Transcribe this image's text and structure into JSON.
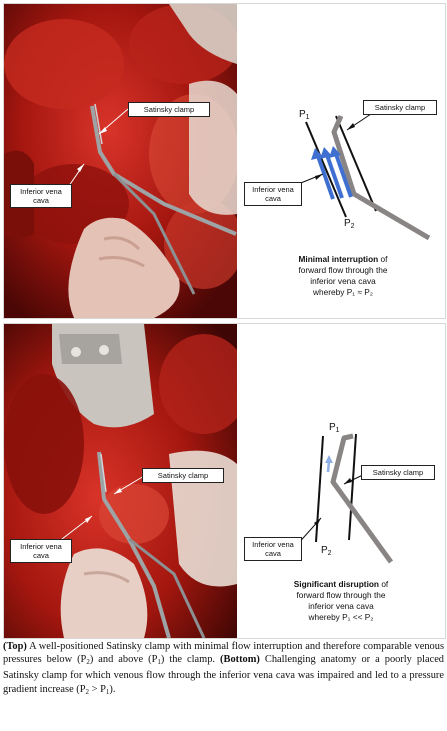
{
  "top": {
    "photo_labels": {
      "clamp": "Satinsky clamp",
      "ivc": "Inferior vena cava"
    },
    "diagram": {
      "p1": "P",
      "p1_sub": "1",
      "p2": "P",
      "p2_sub": "2",
      "clamp": "Satinsky clamp",
      "ivc": "Inferior vena cava",
      "desc_bold": "Minimal interruption",
      "desc_line1_rest": " of",
      "desc_line2": "forward flow through the",
      "desc_line3": "inferior vena cava",
      "desc_line4": "whereby P₁ ≈ P₂"
    }
  },
  "bottom": {
    "photo_labels": {
      "clamp": "Satinsky clamp",
      "ivc": "Inferior vena cava"
    },
    "diagram": {
      "p1": "P",
      "p1_sub": "1",
      "p2": "P",
      "p2_sub": "2",
      "clamp": "Satinsky clamp",
      "ivc": "Inferior vena cava",
      "desc_line1": "Significant disruption",
      "desc_line1_rest": " of",
      "desc_line2": "forward flow through the",
      "desc_line3": "inferior vena cava",
      "desc_line4": "whereby P₁ << P₂"
    }
  },
  "caption": {
    "top_tag": "(Top)",
    "top_text_a": " A well-positioned Satinsky clamp with minimal flow interruption and therefore comparable venous pressures below (P",
    "top_sub_2": "2",
    "top_text_b": ") and above (P",
    "top_sub_1": "1",
    "top_text_c": ") the clamp. ",
    "bottom_tag": "(Bottom)",
    "bottom_text_a": " Challenging anatomy or a poorly placed Satinsky clamp for which venous flow through the inferior vena cava was impaired and led to a pressure gradient increase (P",
    "bottom_sub_2": "2",
    "bottom_text_b": " > P",
    "bottom_sub_1": "1",
    "bottom_text_c": ")."
  },
  "colors": {
    "tissue": "#b51d14",
    "arrow": "#3f6fd0",
    "arrow_faint": "#8fb0e6",
    "clamp_gray": "#8a8585"
  }
}
